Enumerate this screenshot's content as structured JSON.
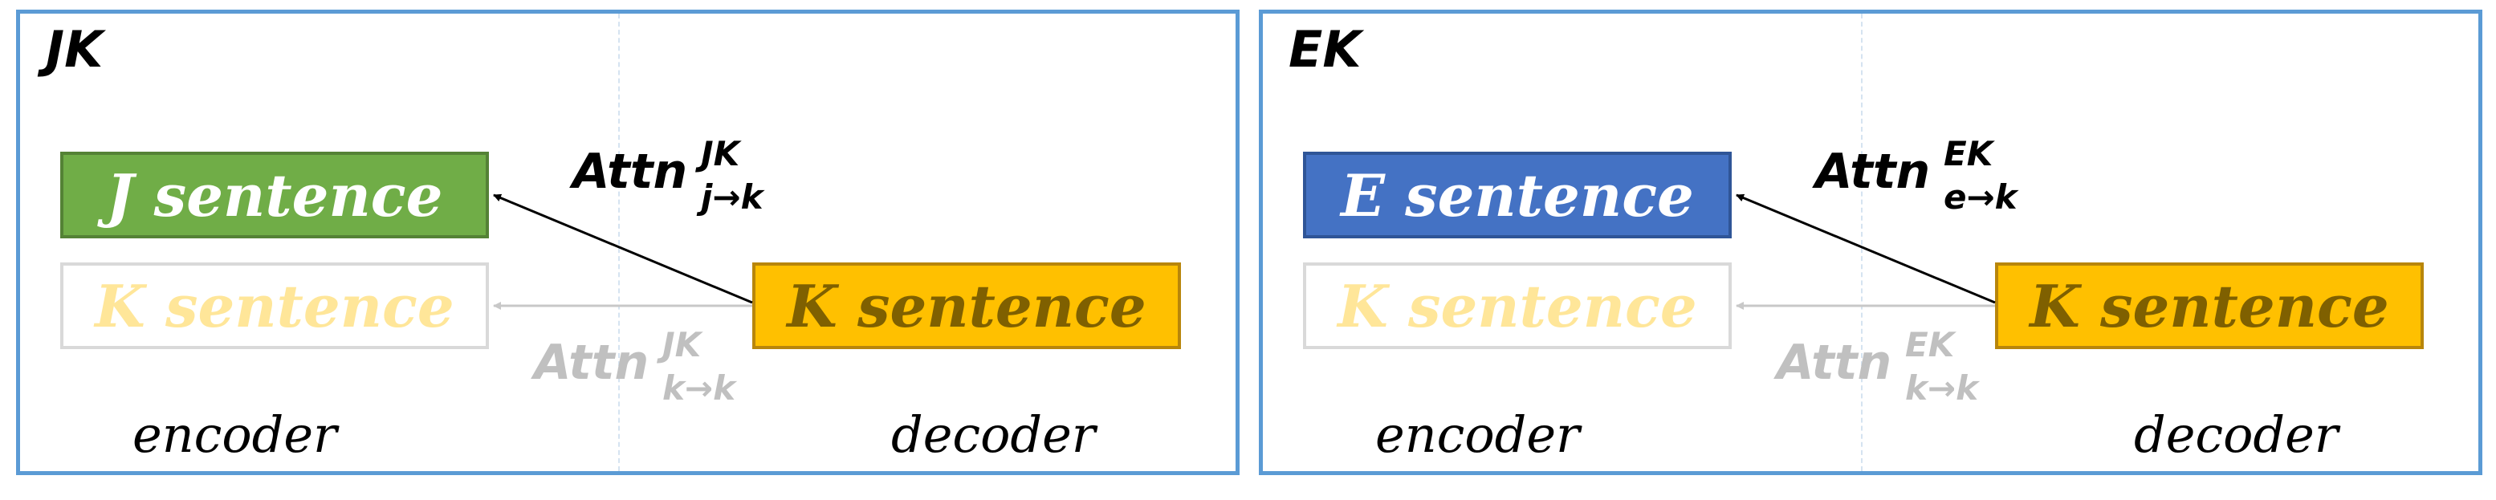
{
  "panels": [
    {
      "title": "JK",
      "source_box": {
        "label": "J sentence",
        "fill": "#70ad47",
        "border": "#548235"
      },
      "faded_box": {
        "label": "K sentence"
      },
      "decoder_box": {
        "label": "K sentence"
      },
      "attn_main": {
        "base": "Attn",
        "sup": "JK",
        "sub": "j→k"
      },
      "attn_faded": {
        "base": "Attn",
        "sup": "JK",
        "sub": "k→k"
      },
      "encoder_label": "encoder",
      "decoder_label": "decoder"
    },
    {
      "title": "EK",
      "source_box": {
        "label": "E sentence",
        "fill": "#4472c4",
        "border": "#2f5597"
      },
      "faded_box": {
        "label": "K sentence"
      },
      "decoder_box": {
        "label": "K sentence"
      },
      "attn_main": {
        "base": "Attn",
        "sup": "EK",
        "sub": "e→k"
      },
      "attn_faded": {
        "base": "Attn",
        "sup": "EK",
        "sub": "k→k"
      },
      "encoder_label": "encoder",
      "decoder_label": "decoder"
    }
  ],
  "colors": {
    "panel_border": "#5b9bd5",
    "decoder_fill": "#ffc000",
    "faded_text": "#ffe699",
    "faded_arrow": "#c8c8c8",
    "main_arrow": "#000000"
  }
}
